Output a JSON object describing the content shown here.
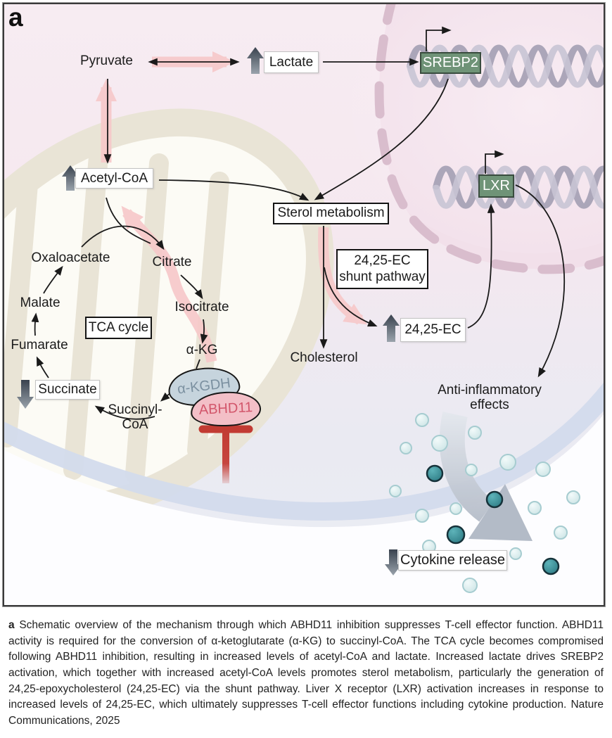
{
  "panel": {
    "label": "a"
  },
  "colors": {
    "tf_green": "#6f9377",
    "pink_highlight_arrow": "#f7c9ca",
    "inhibition_red": "#c23b33",
    "nucleus_pink": "#f2e0ea",
    "mitochondria_beige": "#e9e4d6",
    "membrane_blue": "#d3dbec",
    "dot_light": "#cfe6e7",
    "dot_dark": "#2f7d86"
  },
  "nodes": {
    "pyruvate": "Pyruvate",
    "lactate": "Lactate",
    "acetyl_coa": "Acetyl-CoA",
    "oxaloacetate": "Oxaloacetate",
    "citrate": "Citrate",
    "isocitrate": "Isocitrate",
    "akg": "α-KG",
    "malate": "Malate",
    "fumarate": "Fumarate",
    "succinate": "Succinate",
    "succinyl_coa": "Succinyl-CoA",
    "cholesterol": "Cholesterol",
    "ec": "24,25-EC"
  },
  "enzymes": {
    "akgdh": "α-KGDH",
    "abhd11": "ABHD11"
  },
  "factors": {
    "srebp2": "SREBP2",
    "lxr": "LXR"
  },
  "boxes": {
    "tca": "TCA cycle",
    "sterol": "Sterol metabolism",
    "shunt_line1": "24,25-EC",
    "shunt_line2": "shunt pathway"
  },
  "effects": {
    "anti_inflammatory": "Anti-inflammatory effects",
    "cytokine": "Cytokine release"
  },
  "caption": {
    "prefix": "a",
    "text": " Schematic overview of the mechanism through which ABHD11 inhibition suppresses T-cell effector function. ABHD11 activity is required for the conversion of α-ketoglutarate (α-KG) to succinyl-CoA. The TCA cycle becomes compromised following ABHD11 inhibition, resulting in increased levels of acetyl-CoA and lactate. Increased lactate drives SREBP2 activation, which together with increased acetyl-CoA levels promotes sterol metabolism, particularly the generation of 24,25-epoxycholesterol (24,25-EC) via the shunt pathway. Liver X receptor (LXR) activation increases in response to increased levels of 24,25-EC, which ultimately suppresses T-cell effector functions including cytokine production. Nature Communications, 2025"
  }
}
